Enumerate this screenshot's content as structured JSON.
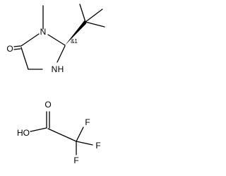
{
  "molecules": [
    {
      "name": "(S)-2-tert-butyl-3-methylimidazolidin-4-one",
      "atoms": {
        "nitrogen_methyl": "N",
        "nitrogen_ring": "N",
        "ring_nh_hydrogen": "H",
        "carbonyl_oxygen": "O"
      },
      "stereo_label": "&1"
    },
    {
      "name": "trifluoroacetic acid",
      "atoms": {
        "hydroxyl": "HO",
        "carbonyl_oxygen": "O",
        "fluorine_top": "F",
        "fluorine_right": "F",
        "fluorine_bottom": "F"
      }
    }
  ],
  "colors": {
    "bond": "#000000",
    "text": "#000000",
    "background": "#ffffff"
  }
}
